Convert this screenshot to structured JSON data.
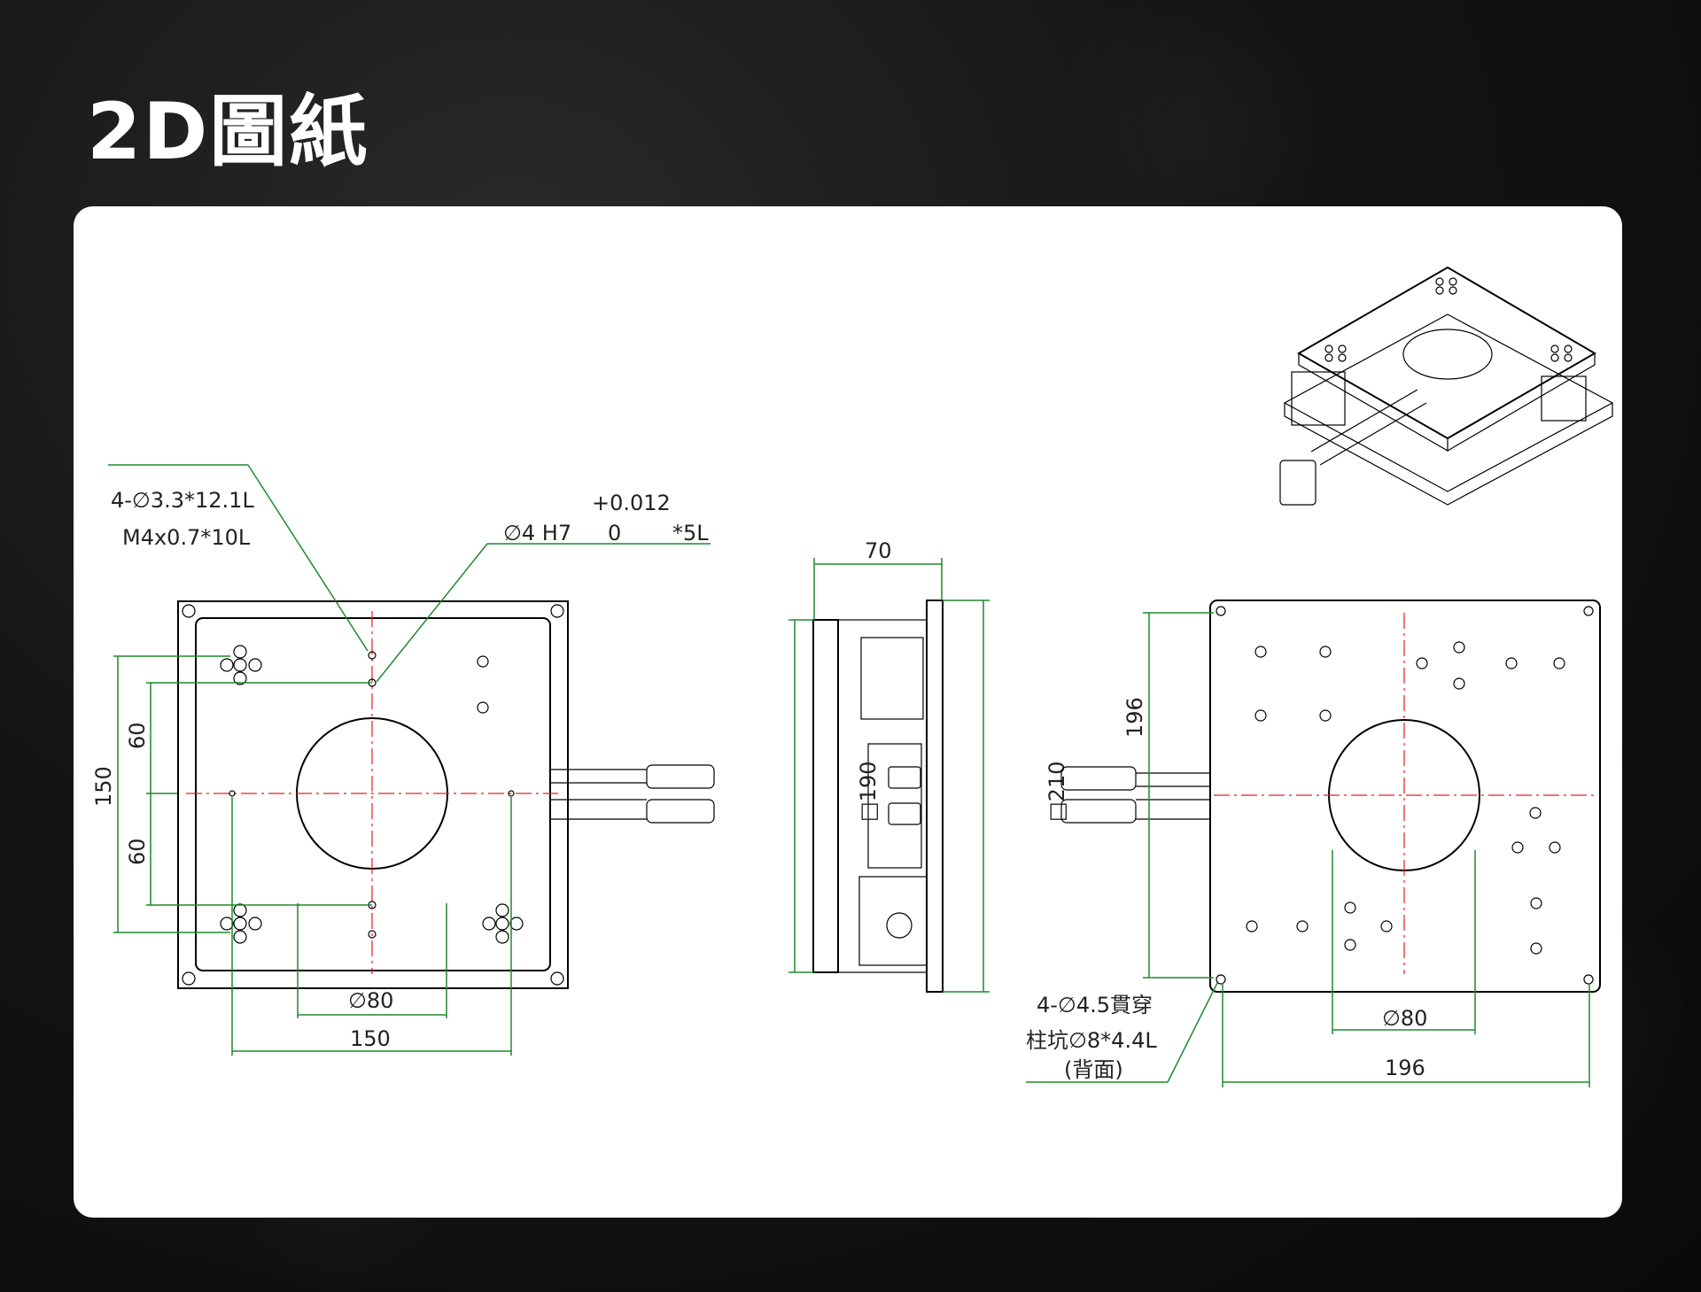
{
  "header": {
    "title": "2D圖紙"
  },
  "drawing": {
    "front_view": {
      "hole_note_line1": "4-∅3.3*12.1L",
      "hole_note_line2": "M4x0.7*10L",
      "pin_note_dia": "∅4 H7",
      "pin_tol_upper": "+0.012",
      "pin_tol_lower": "0",
      "pin_depth": "*5L",
      "dim_vertical_outer": "150",
      "dim_vertical_upper": "60",
      "dim_vertical_lower": "60",
      "dim_center_bore": "∅80",
      "dim_horizontal": "150"
    },
    "side_view": {
      "dim_width": "70",
      "dim_left_square": "□190",
      "dim_right_square": "□210"
    },
    "bottom_view": {
      "dim_vertical": "196",
      "hole_note_line1": "4-∅4.5貫穿",
      "hole_note_line2": "柱坑∅8*4.4L",
      "hole_note_line3": "(背面)",
      "dim_center_bore": "∅80",
      "dim_horizontal": "196"
    }
  },
  "colors": {
    "dimension": "#1e8a2e",
    "centerline": "#e02020",
    "outline": "#000000",
    "card": "#ffffff"
  }
}
